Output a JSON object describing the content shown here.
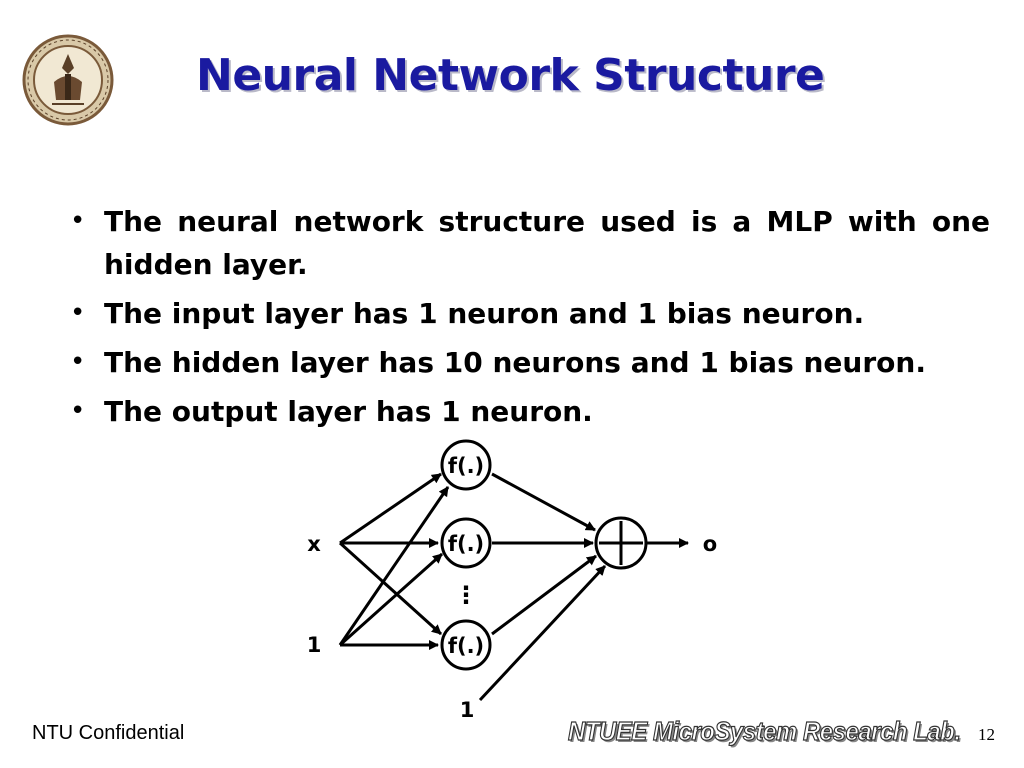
{
  "slide": {
    "title": "Neural Network Structure",
    "bullets": [
      "The neural network structure used is a MLP with one hidden layer.",
      "The input layer has 1 neuron and 1 bias neuron.",
      "The hidden layer has 10 neurons and 1 bias neuron.",
      "The output layer has 1 neuron."
    ],
    "bullet_symbol": "•"
  },
  "diagram": {
    "input_x": "x",
    "input_bias": "1",
    "hidden_nodes": [
      "f(.)",
      "f(.)",
      "f(.)"
    ],
    "ellipsis": "⋮",
    "hidden_bias": "1",
    "sum_symbol": "+",
    "output": "o"
  },
  "footer": {
    "left": "NTU Confidential",
    "lab": "NTUEE MicroSystem Research Lab.",
    "page": "12"
  },
  "colors": {
    "title": "#1a1aa0",
    "text": "#000000"
  }
}
